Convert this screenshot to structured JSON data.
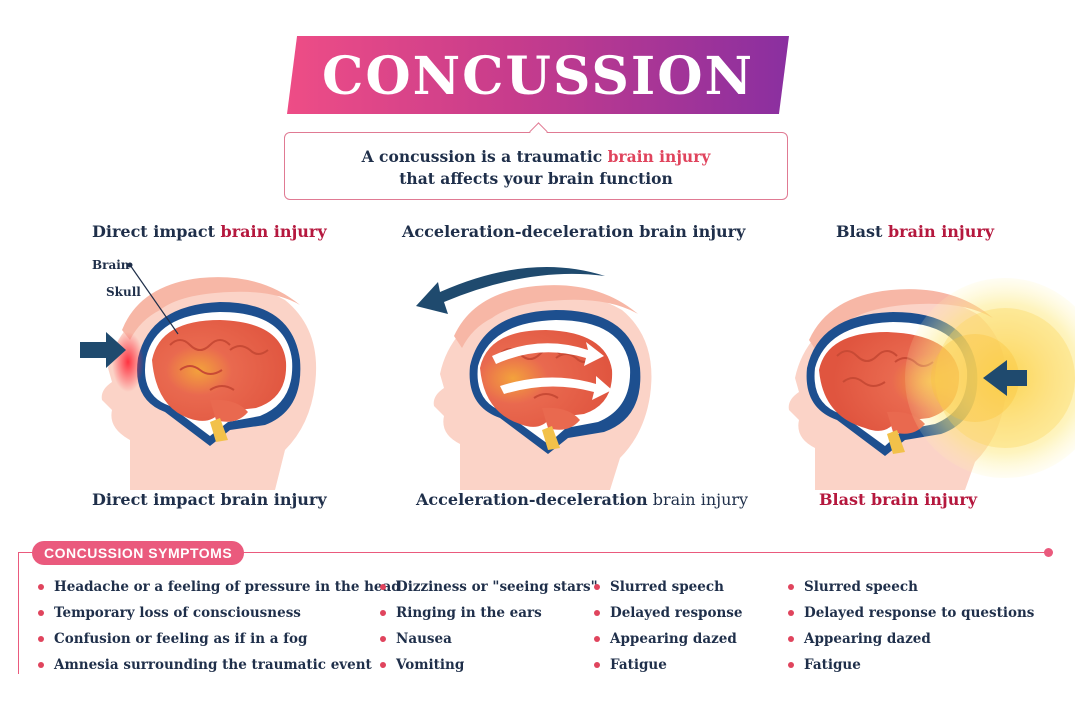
{
  "title": "CONCUSSION",
  "definition": {
    "line1_prefix": "A concussion is a traumatic ",
    "line1_highlight": "brain injury",
    "line2": "that affects your brain function"
  },
  "sections": [
    {
      "heading_prefix": "Direct impact ",
      "heading_highlight": "brain injury",
      "caption_prefix": "Direct impact brain injury",
      "caption_highlight": "",
      "labels": {
        "brain": "Brain",
        "skull": "Skull"
      }
    },
    {
      "heading_prefix": "Acceleration-deceleration brain injury",
      "heading_highlight": "",
      "caption_prefix": "Acceleration-deceleration",
      "caption_highlight": " brain injury"
    },
    {
      "heading_prefix": "Blast ",
      "heading_highlight": "brain injury",
      "caption_prefix": "",
      "caption_highlight": "Blast brain injury"
    }
  ],
  "symptoms": {
    "label": "CONCUSSION SYMPTOMS",
    "columns": [
      [
        "Headache or a feeling of pressure in the head",
        "Temporary loss of consciousness",
        "Confusion or feeling as if in a fog",
        "Amnesia surrounding the traumatic event"
      ],
      [
        "Dizziness or \"seeing stars\"",
        "Ringing in the ears",
        "Nausea",
        "Vomiting"
      ],
      [
        "Slurred speech",
        "Delayed response",
        "Appearing dazed",
        "Fatigue"
      ],
      [
        "Slurred speech",
        "Delayed response to questions",
        "Appearing dazed",
        "Fatigue"
      ]
    ]
  },
  "colors": {
    "accent": "#ea5a7d",
    "highlight": "#e0445d",
    "dark_highlight": "#b5183e",
    "navy": "#1f4a6e",
    "skin": "#fbd3c7",
    "brain": "#e9694f"
  }
}
